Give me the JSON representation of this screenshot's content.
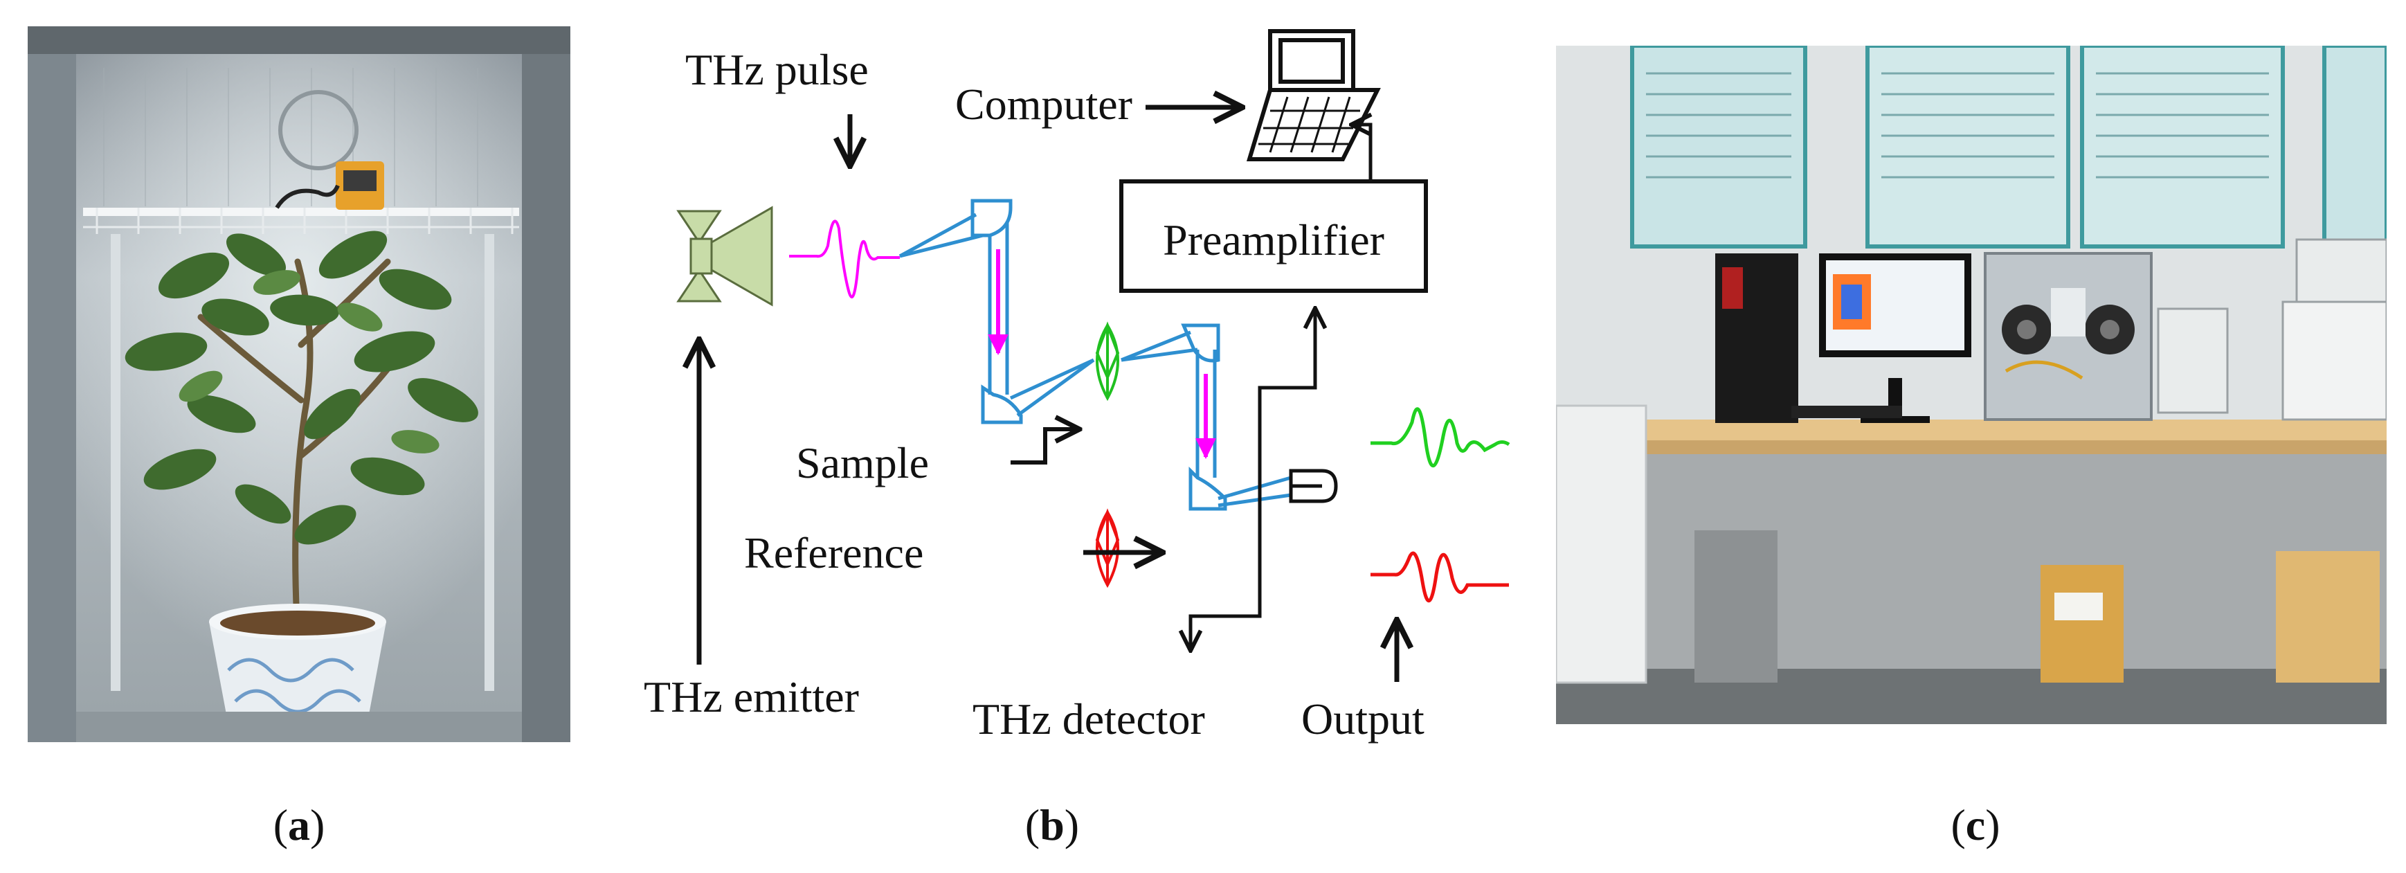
{
  "panels": {
    "a": {
      "caption_open": "(",
      "caption_letter": "a",
      "caption_close": ")"
    },
    "b": {
      "caption_open": "(",
      "caption_letter": "b",
      "caption_close": ")"
    },
    "c": {
      "caption_open": "(",
      "caption_letter": "c",
      "caption_close": ")"
    }
  },
  "diagram": {
    "thz_pulse": "THz pulse",
    "computer": "Computer",
    "preamplifier": "Preamplifier",
    "sample": "Sample",
    "reference": "Reference",
    "thz_emitter": "THz emitter",
    "thz_detector": "THz detector",
    "output": "Output"
  },
  "colors": {
    "beam": "#2e8fd0",
    "pulse": "#ff00ff",
    "sample": "#20c020",
    "reference": "#ee1111",
    "emitter": "#c8dca8"
  }
}
